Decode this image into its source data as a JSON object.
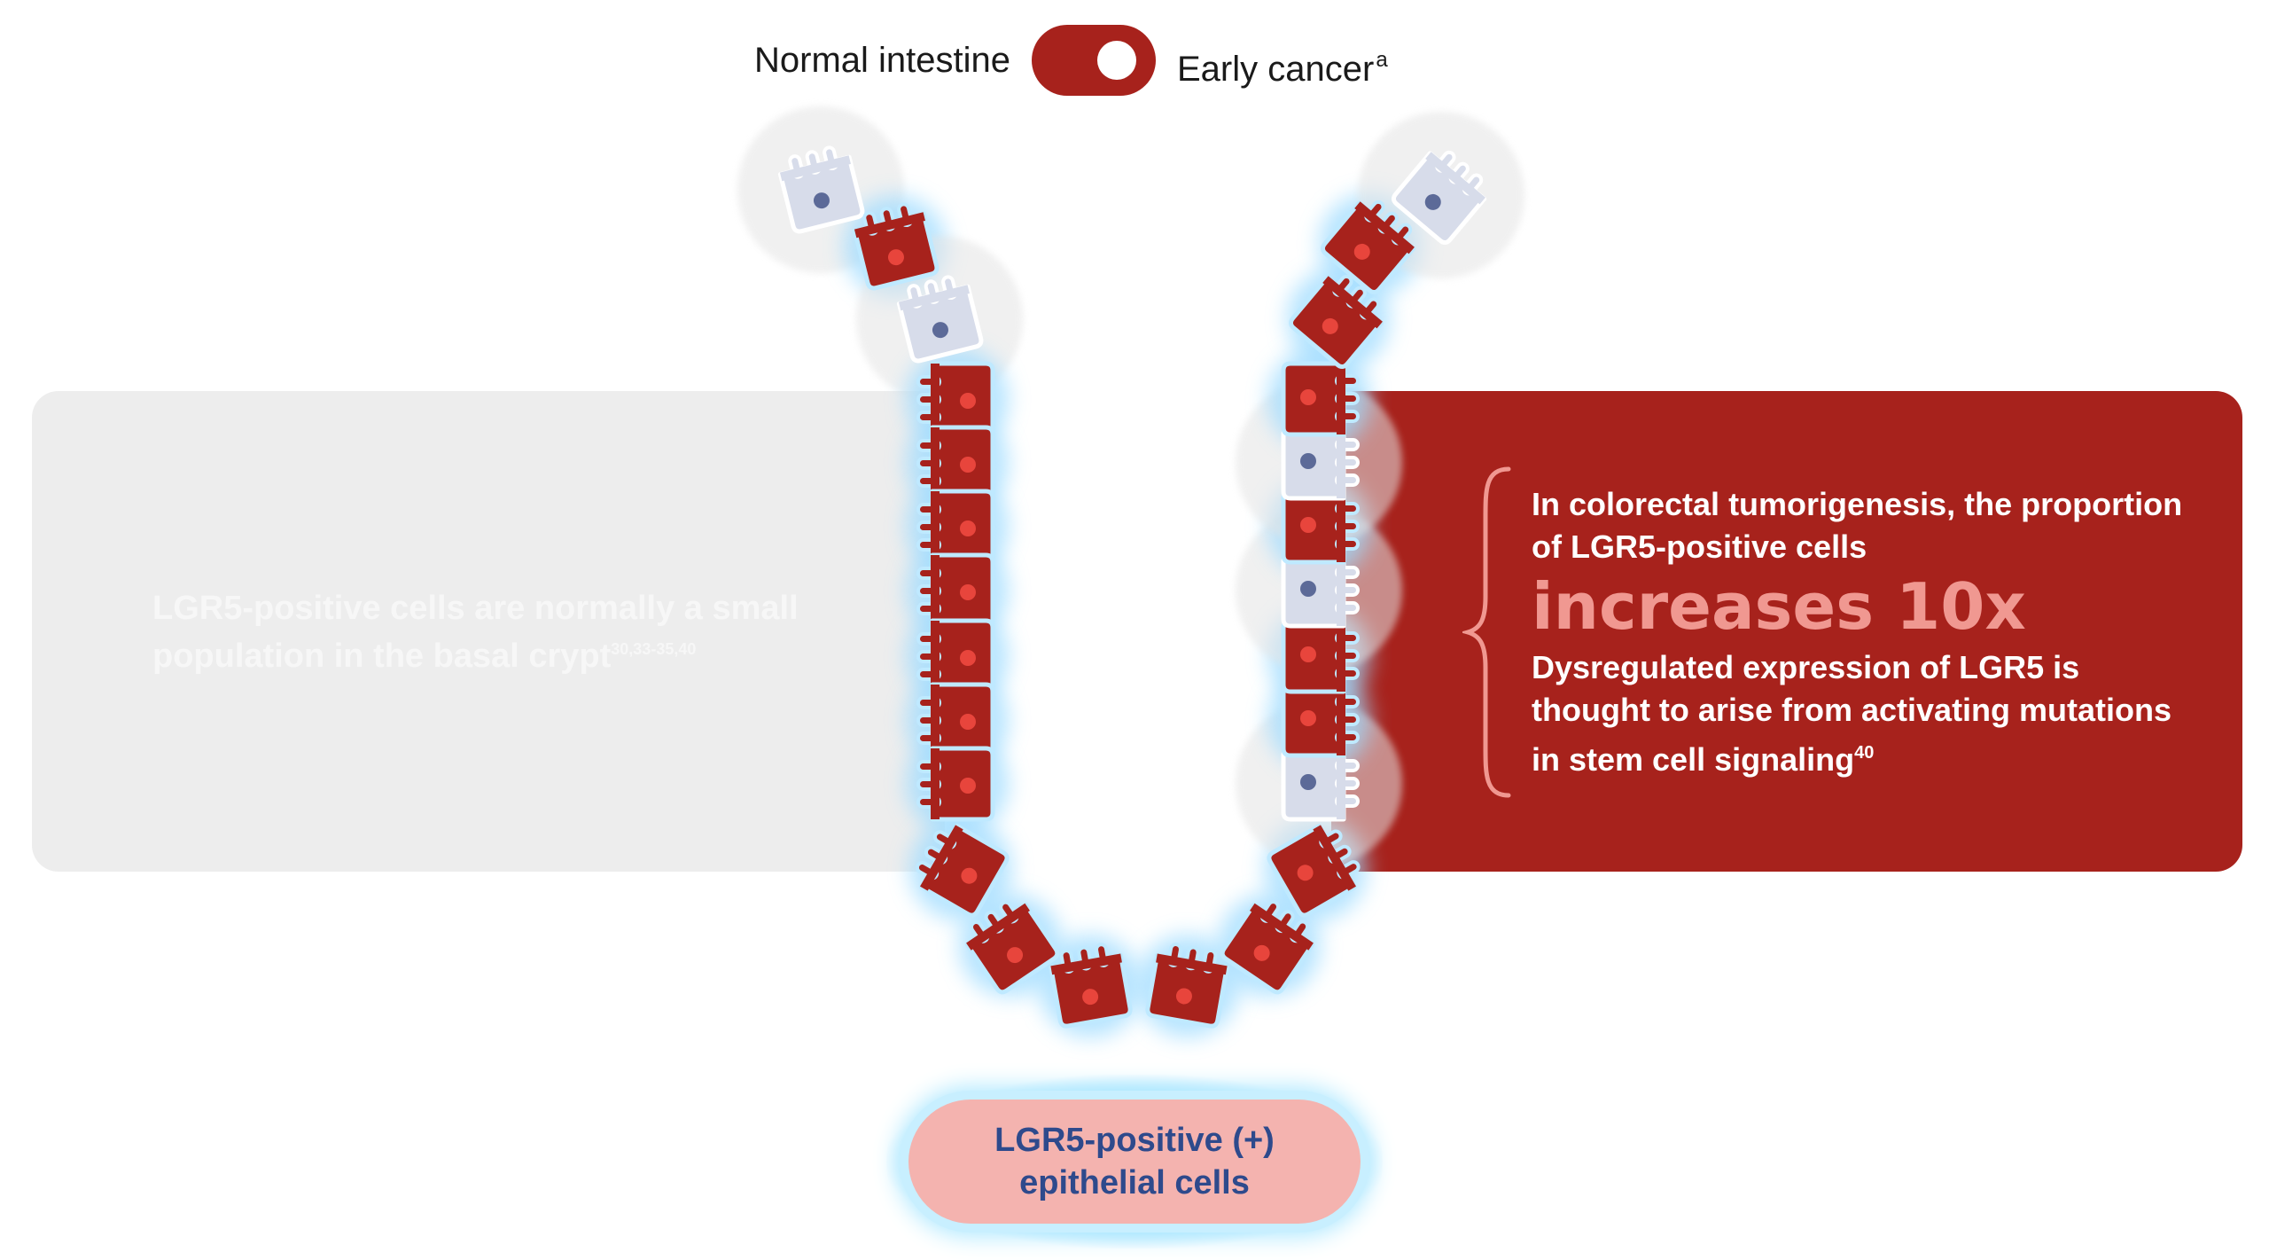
{
  "toggle": {
    "left_label": "Normal intestine",
    "right_label": "Early cancer",
    "right_label_sup": "a",
    "active": "Early cancer"
  },
  "left_panel": {
    "text": "LGR5-positive cells are normally a small population in the basal crypt",
    "sup": "30,33-35,40"
  },
  "right_panel": {
    "intro": "In colorectal tumorigenesis, the proportion of LGR5-positive cells",
    "stat": "increases 10x",
    "explain": "Dysregulated expression of LGR5 is thought to arise from activating mutations in stem cell signaling",
    "explain_sup": "40"
  },
  "legend": {
    "line1": "LGR5-positive (+)",
    "line2": "epithelial cells"
  },
  "colors": {
    "lgr5_cell": "#a7221c",
    "normal_cell": "#d7dcea",
    "nucleus_red": "#e8453c",
    "nucleus_blue": "#5c6a98",
    "glow": "#9fdcff",
    "panel_red": "#a7221c",
    "panel_gray": "#ededed",
    "stat_pink": "#f09891"
  },
  "icons": {
    "brace": "curly-brace-icon",
    "cell": "epithelial-cell-icon"
  }
}
